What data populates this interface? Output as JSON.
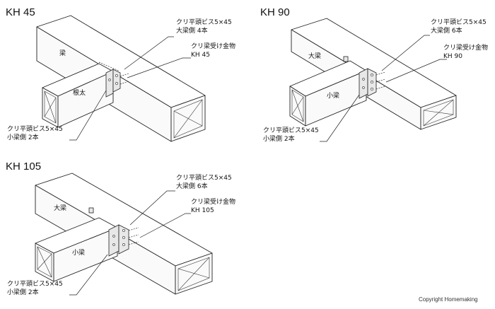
{
  "diagrams": [
    {
      "model": "KH 45",
      "main_beam_label": "梁",
      "joist_label": "根太",
      "main_screw_line1": "クリ平頭ビス5×45",
      "main_screw_line2": "大梁側 4本",
      "hardware_line1": "クリ梁受け金物",
      "hardware_line2": "KH 45",
      "joist_screw_line1": "クリ平頭ビス5×45",
      "joist_screw_line2": "小梁側 2本"
    },
    {
      "model": "KH 90",
      "main_beam_label": "大梁",
      "joist_label": "小梁",
      "main_screw_line1": "クリ平頭ビス5×45",
      "main_screw_line2": "大梁側 6本",
      "hardware_line1": "クリ梁受け金物",
      "hardware_line2": "KH 90",
      "joist_screw_line1": "クリ平頭ビス5×45",
      "joist_screw_line2": "小梁側 2本"
    },
    {
      "model": "KH 105",
      "main_beam_label": "大梁",
      "joist_label": "小梁",
      "main_screw_line1": "クリ平頭ビス5×45",
      "main_screw_line2": "大梁側 6本",
      "hardware_line1": "クリ梁受け金物",
      "hardware_line2": "KH 105",
      "joist_screw_line1": "クリ平頭ビス5×45",
      "joist_screw_line2": "小梁側 2本"
    }
  ],
  "copyright": "Copyright  Homemaking"
}
